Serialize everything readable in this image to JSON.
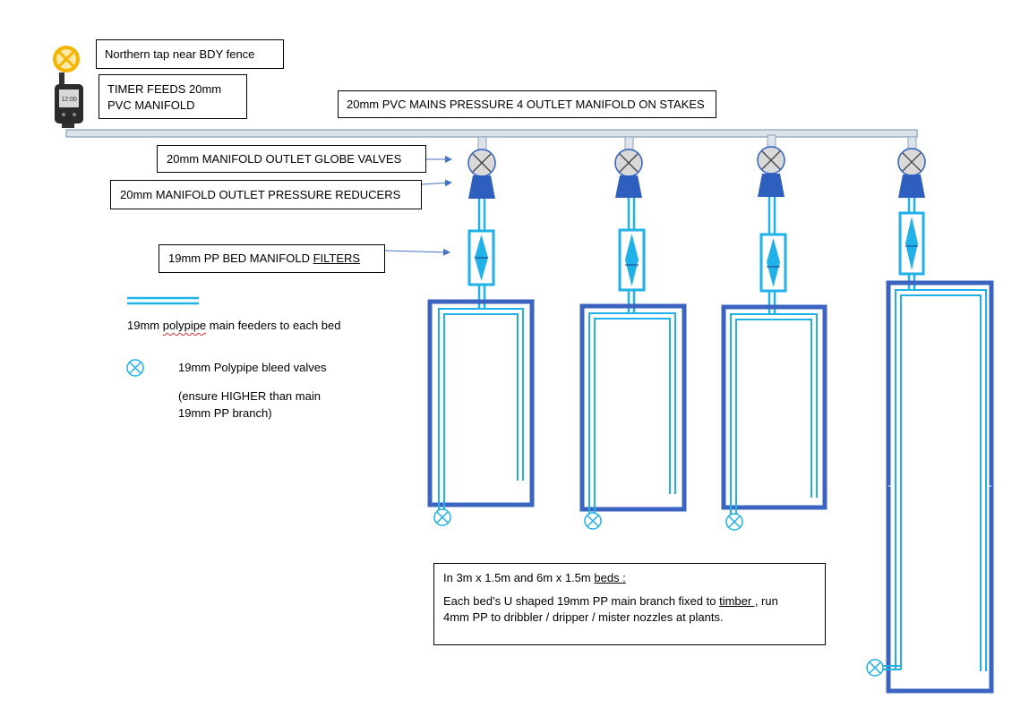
{
  "colors": {
    "feeder": "#1fb1e8",
    "bed_frame": "#3a64c0",
    "reducer": "#2f5fbe",
    "manifold_fill": "#dde3ea",
    "manifold_stroke": "#8fa4b8",
    "tap": "#f4b400",
    "valve_fill": "#d9d9d9",
    "bleed_valve": "#1fb1e8"
  },
  "icons": [
    "tap-icon",
    "timer-icon",
    "globe-valve-icon",
    "pressure-reducer-icon",
    "filter-icon",
    "bleed-valve-icon"
  ],
  "labels": {
    "tap": "Northern tap near BDY fence",
    "timer_line1": "TIMER FEEDS 20mm",
    "timer_line2": "PVC MANIFOLD",
    "manifold": "20mm PVC MAINS PRESSURE 4 OUTLET MANIFOLD ON STAKES",
    "globe_valves": "20mm MANIFOLD OUTLET GLOBE VALVES",
    "reducers": "20mm MANIFOLD OUTLET PRESSURE REDUCERS",
    "filters_prefix": "19mm PP BED MANIFOLD ",
    "filters_word": "FILTERS",
    "timer_display": "12:00"
  },
  "legend": {
    "feeder_prefix": "19mm ",
    "feeder_word": "polypipe",
    "feeder_suffix": " main feeders to each bed",
    "bleed": "19mm Polypipe bleed valves",
    "note_line1": "(ensure HIGHER than main",
    "note_line2": "19mm PP branch)"
  },
  "info": {
    "line1_prefix": "In 3m x 1.5m and 6m x 1.5m ",
    "line1_word": "beds :",
    "line2_prefix": "Each bed’s U shaped 19mm PP main branch fixed to ",
    "line2_word": "timber ,",
    "line2_suffix": " run",
    "line3": "4mm PP to dribbler / dripper / mister nozzles at plants."
  }
}
